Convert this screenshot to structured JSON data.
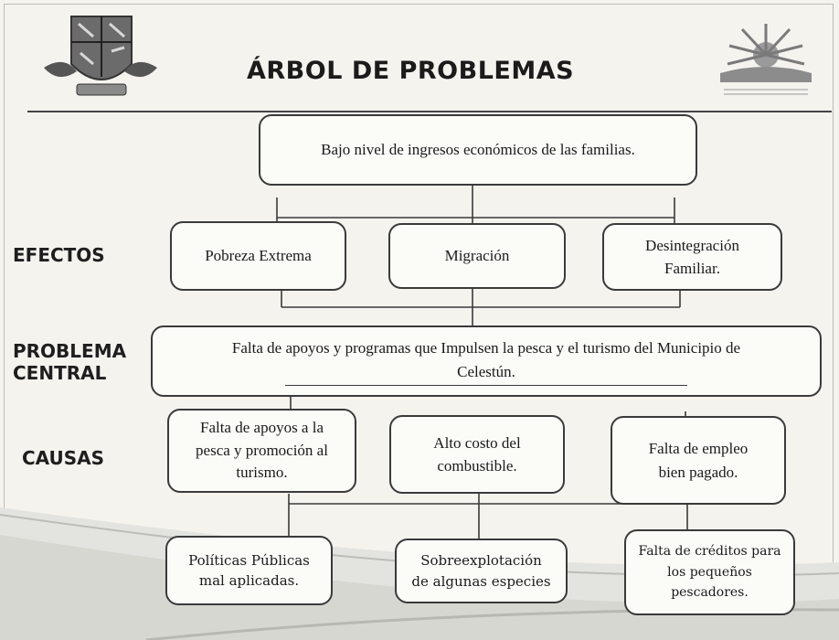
{
  "title": "ÁRBOL DE PROBLEMAS",
  "left_logo": {
    "icon": "municipal-coat-of-arms-icon"
  },
  "right_logo": {
    "icon": "sun-rays-logo-icon"
  },
  "labels": {
    "efectos": "EFECTOS",
    "problema_line1": "PROBLEMA",
    "problema_line2": "CENTRAL",
    "causas": "CAUSAS"
  },
  "top_effect": "Bajo nivel de ingresos económicos de las familias.",
  "effects": [
    {
      "text": "Pobreza Extrema"
    },
    {
      "text": "Migración"
    },
    {
      "line1": "Desintegración",
      "line2": "Familiar."
    }
  ],
  "central_problem": {
    "line1": "Falta de apoyos y programas que Impulsen la pesca y el turismo del Municipio de",
    "line2": "Celestún."
  },
  "causes": [
    {
      "line1": "Falta de apoyos a la",
      "line2": "pesca y promoción al",
      "line3": "turismo."
    },
    {
      "line1": "Alto costo del",
      "line2": "combustible."
    },
    {
      "line1": "Falta de empleo",
      "line2": "bien pagado."
    }
  ],
  "root_causes": [
    {
      "line1": "Políticas Públicas",
      "line2": "mal aplicadas."
    },
    {
      "line1": "Sobreexplotación",
      "line2": "de algunas especies"
    },
    {
      "line1": "Falta de créditos para",
      "line2": "los pequeños",
      "line3": "pescadores."
    }
  ]
}
